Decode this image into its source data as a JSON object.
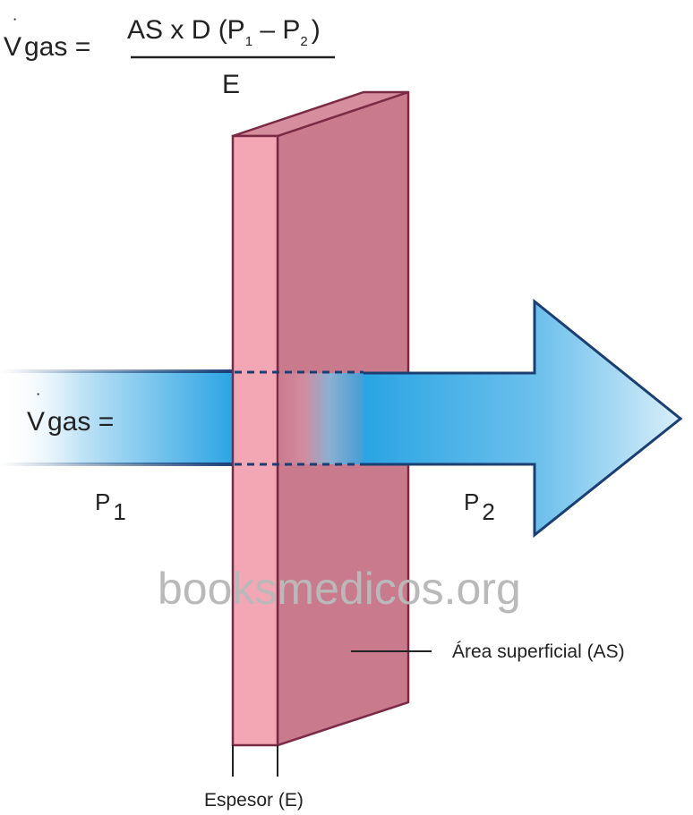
{
  "formula": {
    "lhs": "V",
    "lhs_rest": "gas =",
    "numerator_prefix": "AS x D (P",
    "p1_sub": "1",
    "minus": " – P",
    "p2_sub": "2",
    "close_paren": ")",
    "denominator": "E"
  },
  "flow_label": {
    "v": "V",
    "rest": "gas ="
  },
  "pressure_labels": {
    "p1_main": "P",
    "p1_sub": "1",
    "p2_main": "P",
    "p2_sub": "2"
  },
  "watermark": "booksmedicos.org",
  "surface_area_label": "Área superficial (AS)",
  "thickness_label": "Espesor (E)",
  "colors": {
    "membrane_front": "#f3a7b5",
    "membrane_side": "#c97a8c",
    "membrane_top": "#d68e9e",
    "membrane_edge": "#7a2a45",
    "arrow_blue": "#2aa4e3",
    "arrow_light": "#d6ecf8",
    "arrow_outline": "#1c3f73"
  }
}
